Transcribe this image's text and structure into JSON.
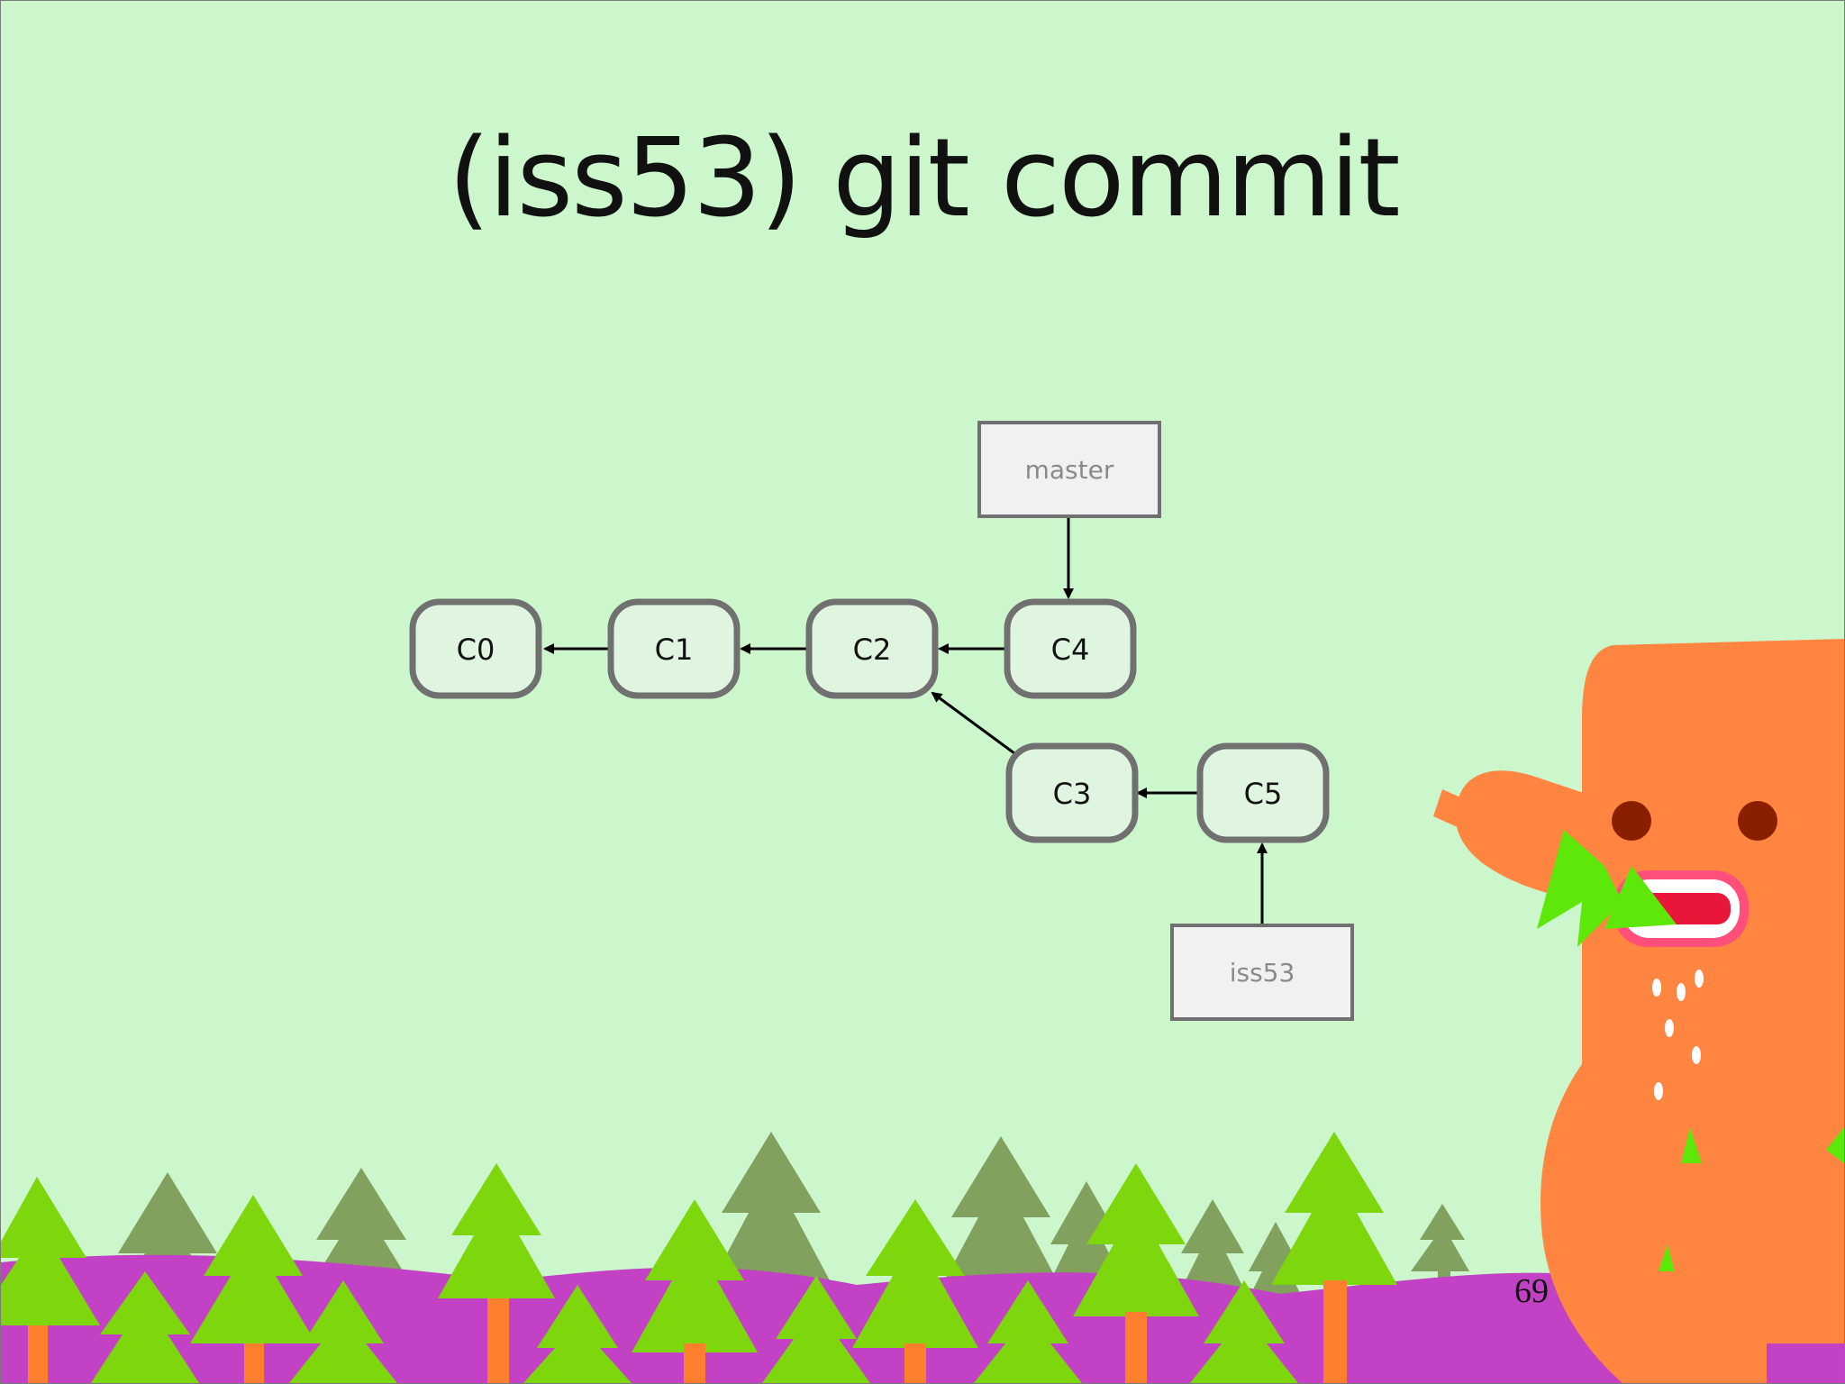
{
  "slide": {
    "title": "(iss53) git commit",
    "page_number": "69"
  },
  "diagram": {
    "commits": [
      {
        "id": "C0",
        "label": "C0"
      },
      {
        "id": "C1",
        "label": "C1"
      },
      {
        "id": "C2",
        "label": "C2"
      },
      {
        "id": "C4",
        "label": "C4"
      },
      {
        "id": "C3",
        "label": "C3"
      },
      {
        "id": "C5",
        "label": "C5"
      }
    ],
    "branches": [
      {
        "name": "master",
        "points_to": "C4"
      },
      {
        "name": "iss53",
        "points_to": "C5"
      }
    ],
    "edges": [
      {
        "from": "C1",
        "to": "C0"
      },
      {
        "from": "C2",
        "to": "C1"
      },
      {
        "from": "C4",
        "to": "C2"
      },
      {
        "from": "C3",
        "to": "C2"
      },
      {
        "from": "C5",
        "to": "C3"
      }
    ]
  },
  "colors": {
    "background": "#ccf7cc",
    "commit_fill": "#dff5df",
    "commit_stroke": "#707070",
    "branch_fill": "#f1f1f1",
    "branch_text": "#8a8a8a",
    "hills": "#c241c4",
    "tree_light": "#7ed60c",
    "tree_dark": "#82a05e",
    "trunk": "#ff7f2f",
    "monster": "#ff8540"
  }
}
